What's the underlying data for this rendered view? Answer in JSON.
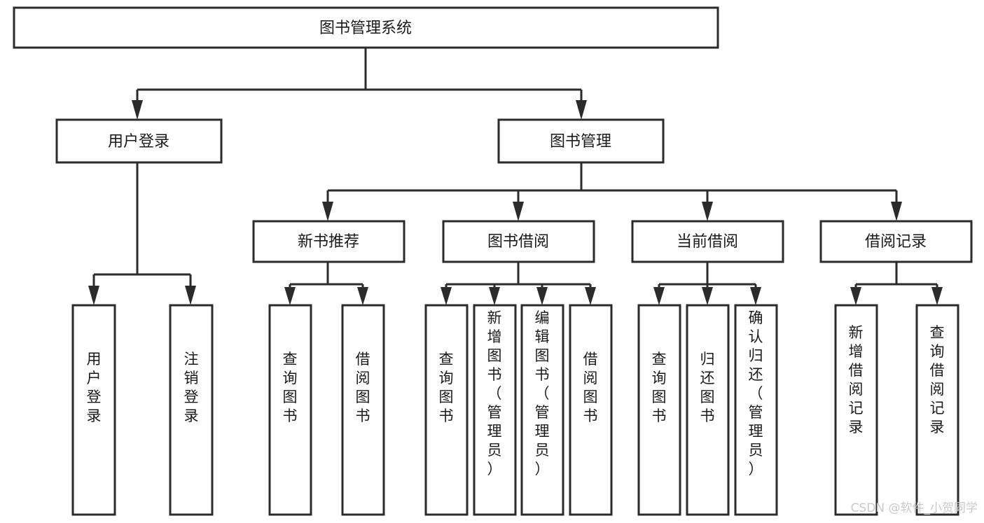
{
  "diagram": {
    "title": "图书管理系统",
    "type": "tree-hierarchy",
    "orientation": "top-down",
    "colors": {
      "box_stroke": "#2b2b2b",
      "box_fill": "#ffffff",
      "text": "#1a1a1a",
      "connector": "#2b2b2b",
      "watermark": "#c9c9c9",
      "background": "#ffffff"
    },
    "root": {
      "label": "图书管理系统"
    },
    "level2": [
      {
        "label": "用户登录"
      },
      {
        "label": "图书管理"
      }
    ],
    "level3": [
      {
        "label": "新书推荐"
      },
      {
        "label": "图书借阅"
      },
      {
        "label": "当前借阅"
      },
      {
        "label": "借阅记录"
      }
    ],
    "leaves": {
      "user_login": [
        {
          "label": "用户登录"
        },
        {
          "label": "注销登录"
        }
      ],
      "new_book_recommend": [
        {
          "label": "查询图书"
        },
        {
          "label": "借阅图书"
        }
      ],
      "book_borrow": [
        {
          "label": "查询图书"
        },
        {
          "label": "新增图书（管理员）"
        },
        {
          "label": "编辑图书（管理员）"
        },
        {
          "label": "借阅图书"
        }
      ],
      "current_borrow": [
        {
          "label": "查询图书"
        },
        {
          "label": "归还图书"
        },
        {
          "label": "确认归还（管理员）"
        }
      ],
      "borrow_record": [
        {
          "label": "新增借阅记录"
        },
        {
          "label": "查询借阅记录"
        }
      ]
    }
  },
  "watermark": {
    "text": "CSDN @软件_小贺同学"
  }
}
